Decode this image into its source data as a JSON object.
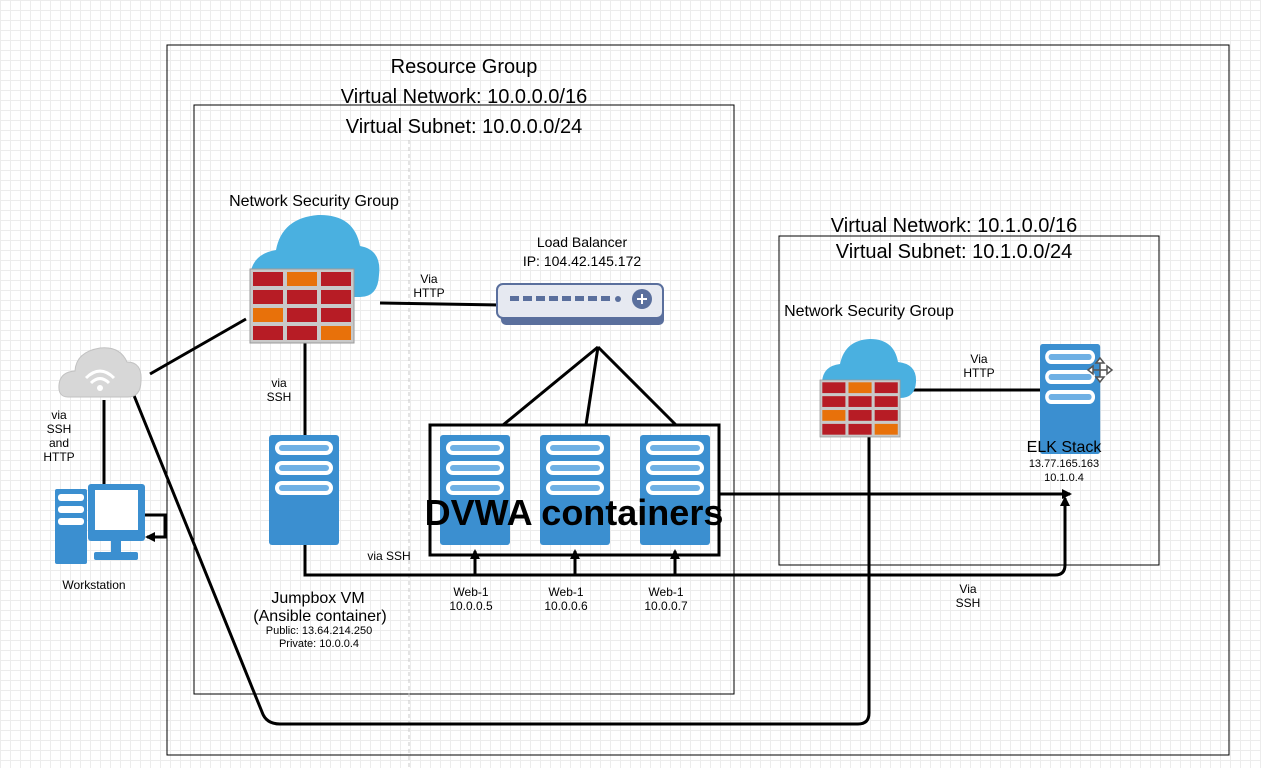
{
  "resource_group": {
    "label": "Resource Group"
  },
  "vnet1": {
    "network_label": "Virtual Network: 10.0.0.0/16",
    "subnet_label": "Virtual Subnet: 10.0.0.0/24",
    "nsg_label": "Network Security Group",
    "lb": {
      "title": "Load Balancer",
      "ip": "IP: 104.42.145.172"
    },
    "nsg_lb_link": [
      "Via",
      "HTTP"
    ],
    "nsg_jump_link": [
      "via",
      "SSH"
    ],
    "jumpbox": {
      "title": "Jumpbox VM",
      "subtitle": "(Ansible container)",
      "public": "Public: 13.64.214.250",
      "private": "Private: 10.0.0.4"
    },
    "jump_to_web_label": "via SSH",
    "containers_label": "DVWA containers",
    "webs": [
      {
        "name": "Web-1",
        "ip": "10.0.0.5"
      },
      {
        "name": "Web-1",
        "ip": "10.0.0.6"
      },
      {
        "name": "Web-1",
        "ip": "10.0.0.7"
      }
    ]
  },
  "vnet2": {
    "network_label": "Virtual Network: 10.1.0.0/16",
    "subnet_label": "Virtual Subnet: 10.1.0.0/24",
    "nsg_label": "Network Security Group",
    "nsg_elk_link": [
      "Via",
      "HTTP"
    ],
    "elk": {
      "title": "ELK Stack",
      "public": "13.77.165.163",
      "private": "10.1.0.4"
    }
  },
  "internet_workstation_link": [
    "via",
    "SSH",
    "and",
    "HTTP"
  ],
  "workstation": {
    "label": "Workstation"
  },
  "elk_ssh_link": [
    "Via",
    "SSH"
  ],
  "colors": {
    "server": "#3b8fd0",
    "cloud": "#4ab0e0",
    "firewall_red": "#b71c25",
    "firewall_orange": "#e8710a",
    "internet_cloud": "#d7d7d7"
  },
  "icons": {
    "nsg": "firewall-cloud-icon",
    "lb": "load-balancer-icon",
    "server": "server-icon",
    "internet": "wifi-cloud-icon",
    "workstation": "workstation-icon"
  }
}
